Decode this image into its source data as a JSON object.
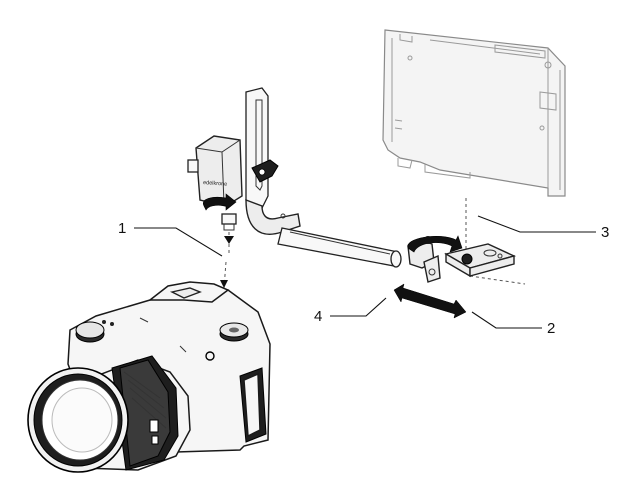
{
  "callouts": {
    "c1": "1",
    "c2": "2",
    "c3": "3",
    "c4": "4"
  },
  "brand_mark": "edelkrone",
  "icons": {
    "rotate_arrow_left": "rotate-arrow-icon",
    "rotate_arrow_right": "rotate-arrow-icon",
    "slide_arrow": "double-arrow-icon"
  }
}
